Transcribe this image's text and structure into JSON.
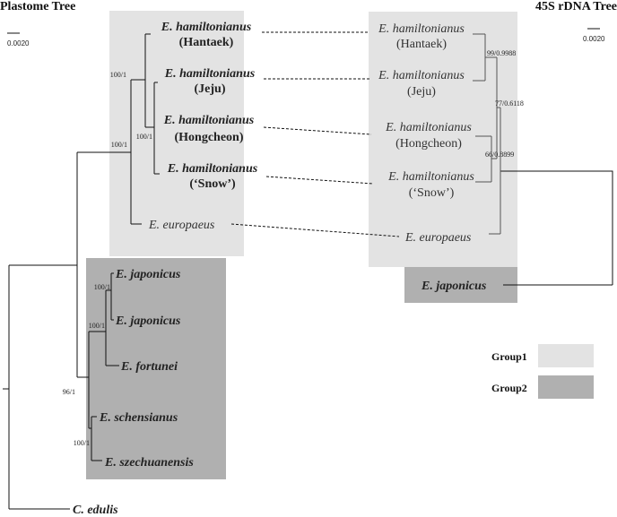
{
  "titles": {
    "left": "Plastome Tree",
    "right": "45S rDNA Tree"
  },
  "scale": {
    "left": "0.0020",
    "right": "0.0020"
  },
  "plastome": {
    "hamiltonianus": [
      {
        "species": "E. hamiltonianus",
        "locality": "(Hantaek)"
      },
      {
        "species": "E. hamiltonianus",
        "locality": "(Jeju)"
      },
      {
        "species": "E. hamiltonianus",
        "locality": "(Hongcheon)"
      },
      {
        "species": "E. hamiltonianus",
        "locality": "(‘Snow’)"
      }
    ],
    "europaeus": "E. europaeus",
    "group2": [
      "E. japonicus",
      "E. japonicus",
      "E. fortunei",
      "E. schensianus",
      "E. szechuanensis"
    ],
    "outgroup": "C. edulis",
    "support": [
      "100/1",
      "100/1",
      "100/1",
      "100/1",
      "100/1",
      "96/1",
      "100/1"
    ]
  },
  "rdna": {
    "hamiltonianus": [
      {
        "species": "E. hamiltonianus",
        "locality": "(Hantaek)"
      },
      {
        "species": "E. hamiltonianus",
        "locality": "(Jeju)"
      },
      {
        "species": "E. hamiltonianus",
        "locality": "(Hongcheon)"
      },
      {
        "species": "E. hamiltonianus",
        "locality": "(‘Snow’)"
      }
    ],
    "europaeus": "E. europaeus",
    "japonicus": "E. japonicus",
    "support": [
      "99/0.9988",
      "77/0.6118",
      "66/0.8899"
    ]
  },
  "legend": [
    {
      "label": "Group1",
      "color": "#e3e3e3"
    },
    {
      "label": "Group2",
      "color": "#b0b0b0"
    }
  ]
}
